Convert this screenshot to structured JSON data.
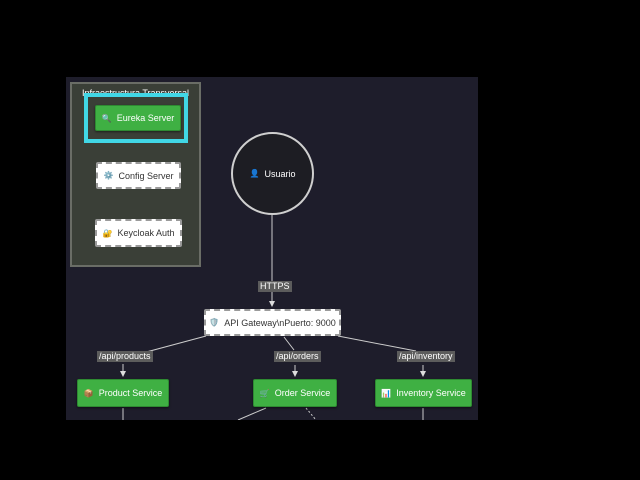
{
  "cluster": {
    "title": "Infraestructura Transversal"
  },
  "nodes": {
    "eureka": {
      "icon": "🔍",
      "label": "Eureka Server"
    },
    "config": {
      "icon": "⚙️",
      "label": "Config Server"
    },
    "keycloak": {
      "icon": "🔐",
      "label": "Keycloak Auth"
    },
    "user": {
      "icon": "👤",
      "label": "Usuario"
    },
    "gateway": {
      "icon": "🛡️",
      "label": "API Gateway\\nPuerto: 9000"
    },
    "product": {
      "icon": "📦",
      "label": "Product Service"
    },
    "order": {
      "icon": "🛒",
      "label": "Order Service"
    },
    "inventory": {
      "icon": "📊",
      "label": "Inventory Service"
    }
  },
  "edges": {
    "https": "HTTPS",
    "products": "/api/products",
    "orders": "/api/orders",
    "inventory": "/api/inventory"
  },
  "colors": {
    "canvas": "#1e1d2b",
    "service_green": "#3fb043",
    "selection": "#41d7e6"
  }
}
